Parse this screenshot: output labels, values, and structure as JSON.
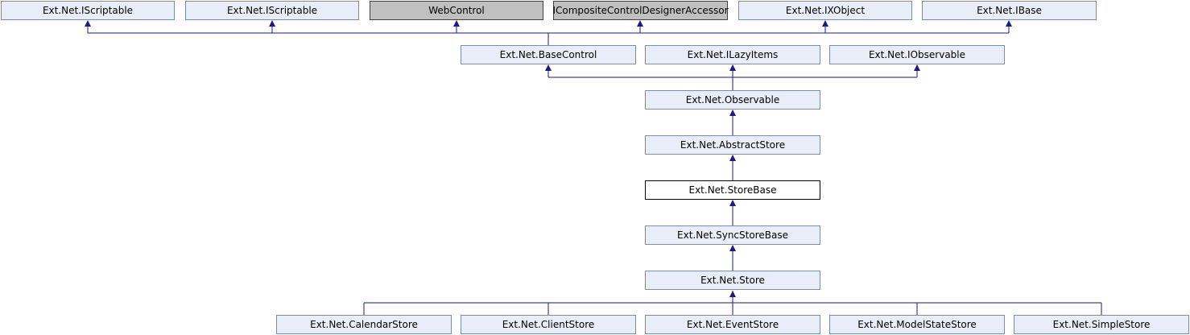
{
  "diagram": {
    "nodes": {
      "iscriptable_1": "Ext.Net.IScriptable",
      "iscriptable_2": "Ext.Net.IScriptable",
      "webcontrol": "WebControl",
      "icomposite": "ICompositeControlDesignerAccessor",
      "ixobject": "Ext.Net.IXObject",
      "ibase": "Ext.Net.IBase",
      "basecontrol": "Ext.Net.BaseControl",
      "ilazyitems": "Ext.Net.ILazyItems",
      "iobservable": "Ext.Net.IObservable",
      "observable": "Ext.Net.Observable",
      "abstractstore": "Ext.Net.AbstractStore",
      "storebase": "Ext.Net.StoreBase",
      "syncstorebase": "Ext.Net.SyncStoreBase",
      "store": "Ext.Net.Store",
      "calendarstore": "Ext.Net.CalendarStore",
      "clientstore": "Ext.Net.ClientStore",
      "eventstore": "Ext.Net.EventStore",
      "modelstatestore": "Ext.Net.ModelStateStore",
      "simplestore": "Ext.Net.SimpleStore"
    },
    "colors": {
      "node_fill": "#e8edf7",
      "node_border": "#7c8ab2",
      "external_fill": "#c0c0c0",
      "current_fill": "#ffffff",
      "edge": "#1a1a8a"
    }
  }
}
